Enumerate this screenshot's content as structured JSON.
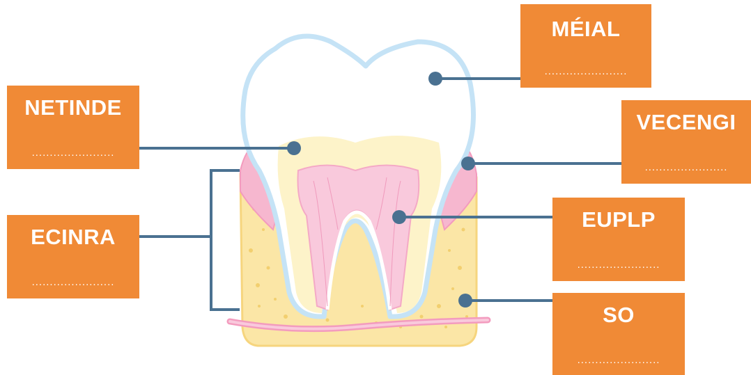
{
  "colors": {
    "label_bg": "#f08a36",
    "label_text": "#ffffff",
    "connector": "#4a7191",
    "enamel": "#ffffff",
    "enamel_outline": "#c5e3f6",
    "dentin": "#fdf3c9",
    "pulp": "#f9c9dc",
    "gum": "#f6b7cf",
    "bone": "#fbe6a6"
  },
  "labels": {
    "email": {
      "word": "MÉIAL",
      "blank": "......................."
    },
    "dentin": {
      "word": "NETINDE",
      "blank": "......................."
    },
    "gum": {
      "word": "VECENGI",
      "blank": "......................."
    },
    "root": {
      "word": "ECINRA",
      "blank": "......................."
    },
    "pulp": {
      "word": "EUPLP",
      "blank": "......................."
    },
    "bone": {
      "word": "SO",
      "blank": "......................."
    }
  }
}
